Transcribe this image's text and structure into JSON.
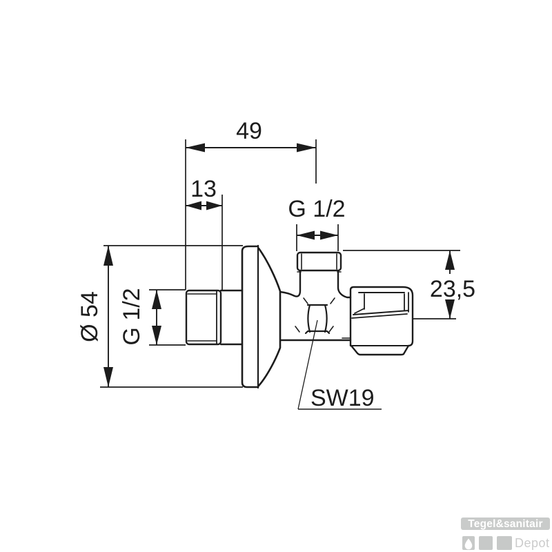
{
  "page": {
    "background": "#ffffff"
  },
  "drawing": {
    "subject": "Angle valve side-view technical drawing",
    "line_color": "#1c1c1c",
    "labels": {
      "width_total": "49",
      "thread_length": "13",
      "top_outlet_thread": "G 1/2",
      "flange_diameter": "Ø 54",
      "inlet_thread": "G 1/2",
      "outlet_axis_offset": "23,5",
      "wrench_size": "SW19"
    }
  },
  "watermark": {
    "brand": "Tegel&sanitair",
    "suffix": "Depot",
    "icons": [
      "water-drop-icon"
    ],
    "colors": {
      "bar": "#c9cbca",
      "brand_text": "#ffffff",
      "squares": "#c7c9c8",
      "suffix_text": "#cbcbcb"
    }
  }
}
